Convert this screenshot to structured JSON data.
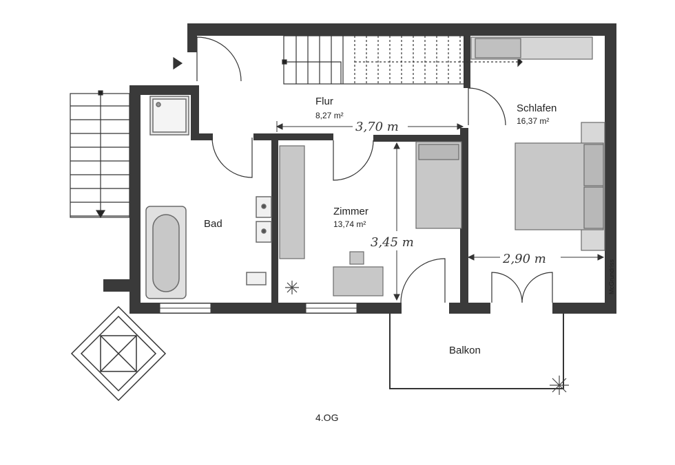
{
  "rooms": {
    "flur": {
      "name": "Flur",
      "area": "8,27 m²"
    },
    "schlafen": {
      "name": "Schlafen",
      "area": "16,37 m²"
    },
    "zimmer": {
      "name": "Zimmer",
      "area": "13,74 m²"
    },
    "bad": {
      "name": "Bad"
    },
    "balkon": {
      "name": "Balkon"
    }
  },
  "dimensions": {
    "flur_width": "3,70 m",
    "zimmer_depth": "3,45 m",
    "schlafen_width": "2,90 m"
  },
  "credit": "McGrundriss",
  "floor_label": "4.OG",
  "colors": {
    "wall": "#3a3a3a",
    "furniture_fill": "#c8c8c8",
    "furniture_stroke": "#6a6a6a",
    "line": "#333333"
  }
}
